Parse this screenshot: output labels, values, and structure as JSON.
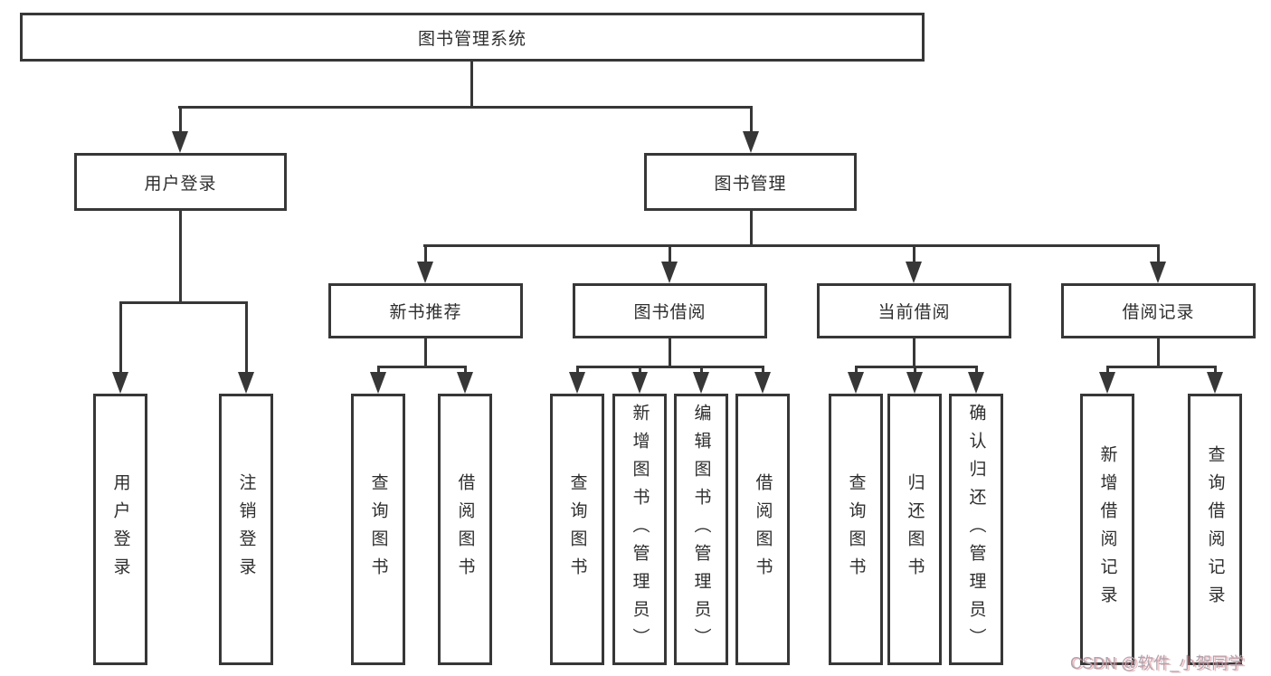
{
  "diagram": {
    "title": "图书管理系统",
    "branches": [
      {
        "label": "用户登录",
        "children": [
          {
            "label": "用户登录"
          },
          {
            "label": "注销登录"
          }
        ]
      },
      {
        "label": "图书管理",
        "children": [
          {
            "label": "新书推荐",
            "children": [
              {
                "label": "查询图书"
              },
              {
                "label": "借阅图书"
              }
            ]
          },
          {
            "label": "图书借阅",
            "children": [
              {
                "label": "查询图书"
              },
              {
                "label": "新增图书（管理员）"
              },
              {
                "label": "编辑图书（管理员）"
              },
              {
                "label": "借阅图书"
              }
            ]
          },
          {
            "label": "当前借阅",
            "children": [
              {
                "label": "查询图书"
              },
              {
                "label": "归还图书"
              },
              {
                "label": "确认归还（管理员）"
              }
            ]
          },
          {
            "label": "借阅记录",
            "children": [
              {
                "label": "新增借阅记录"
              },
              {
                "label": "查询借阅记录"
              }
            ]
          }
        ]
      }
    ]
  },
  "watermark": {
    "text": "CSDN @软件_小贺同学"
  },
  "colors": {
    "line": "#373737",
    "box_border": "#373737",
    "text": "#2e2e2e",
    "background": "#ffffff",
    "watermark": "#a7a7af"
  }
}
